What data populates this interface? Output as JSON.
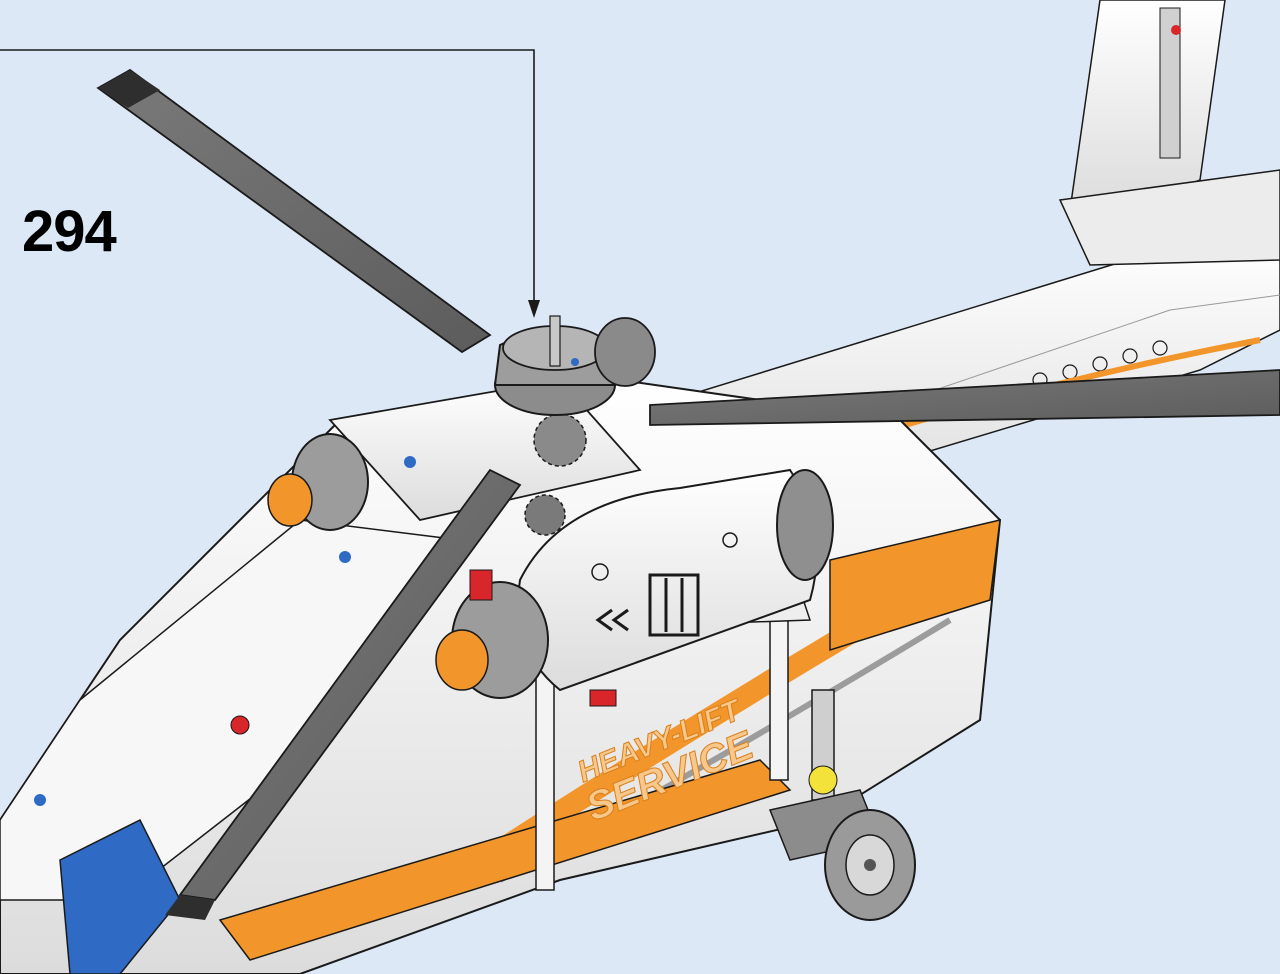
{
  "step": {
    "number": "294"
  },
  "decal": {
    "line1": "HEAVY-LIFT",
    "line2": "SERVICE"
  },
  "colors": {
    "background": "#dde8f6",
    "rotor_blade": "#6b6b6b",
    "body_white": "#f4f4f4",
    "accent_orange": "#f2962c",
    "outline": "#1a1a1a",
    "blue_pin": "#2f6bc4",
    "red_part": "#d8262b"
  },
  "icons": {
    "callout": "callout-arrow-icon",
    "rotor": "rotor-blade-icon"
  }
}
